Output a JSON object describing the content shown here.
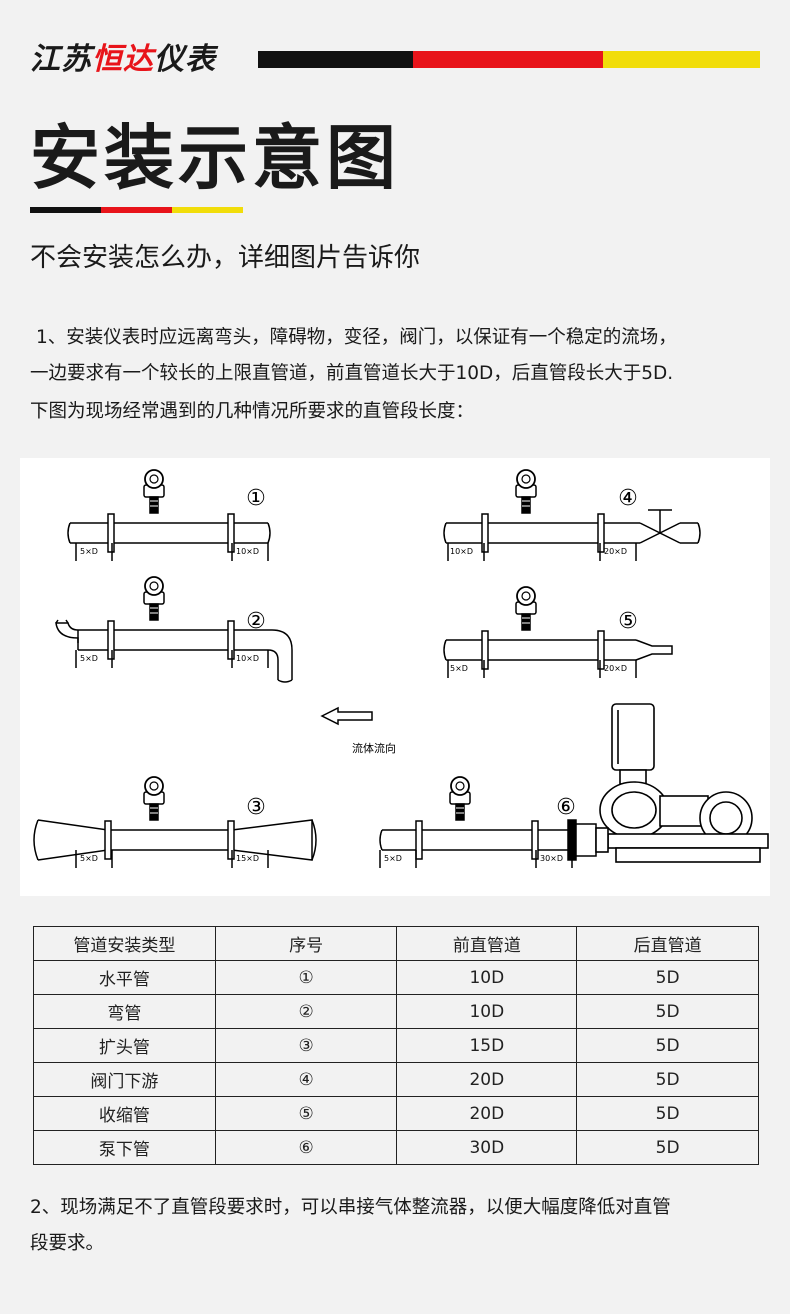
{
  "header": {
    "brand_plain": "江苏",
    "brand_accent": "恒达",
    "brand_tail": "仪表",
    "bar_colors": [
      "#111111",
      "#e8141a",
      "#f1dd0a"
    ],
    "title": "安装示意图",
    "subtitle": "不会安装怎么办，详细图片告诉你"
  },
  "intro": {
    "line1": "1、安装仪表时应远离弯头，障碍物，变径，阀门，以保证有一个稳定的流场，",
    "line2": "一边要求有一个较长的上限直管道，前直管道长大于10D，后直管段长大于5D.",
    "line3": "下图为现场经常遇到的几种情况所要求的直管段长度："
  },
  "diagram": {
    "flow_label": "流体流向",
    "panels": [
      {
        "num": "①",
        "front": "10×D",
        "back": "5×D"
      },
      {
        "num": "②",
        "front": "10×D",
        "back": "5×D"
      },
      {
        "num": "③",
        "front": "15×D",
        "back": "5×D"
      },
      {
        "num": "④",
        "front": "20×D",
        "back": "10×D"
      },
      {
        "num": "⑤",
        "front": "20×D",
        "back": "5×D"
      },
      {
        "num": "⑥",
        "front": "30×D",
        "back": "5×D"
      }
    ]
  },
  "table": {
    "headers": [
      "管道安装类型",
      "序号",
      "前直管道",
      "后直管道"
    ],
    "rows": [
      [
        "水平管",
        "①",
        "10D",
        "5D"
      ],
      [
        "弯管",
        "②",
        "10D",
        "5D"
      ],
      [
        "扩头管",
        "③",
        "15D",
        "5D"
      ],
      [
        "阀门下游",
        "④",
        "20D",
        "5D"
      ],
      [
        "收缩管",
        "⑤",
        "20D",
        "5D"
      ],
      [
        "泵下管",
        "⑥",
        "30D",
        "5D"
      ]
    ]
  },
  "note": {
    "line1": "2、现场满足不了直管段要求时，可以串接气体整流器，以便大幅度降低对直管",
    "line2": "段要求。"
  }
}
